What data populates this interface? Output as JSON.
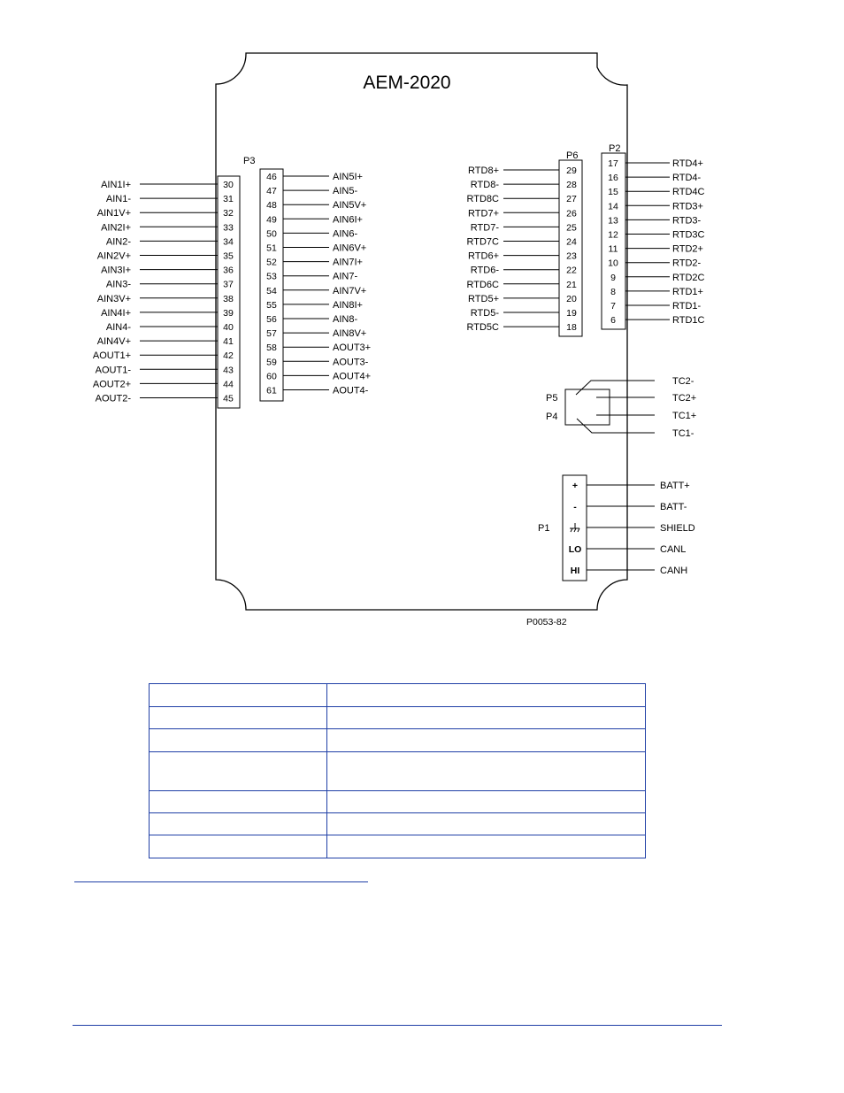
{
  "diagram": {
    "title": "AEM-2020",
    "figure_id": "P0053-82",
    "connectors": {
      "p3_label": "P3",
      "p6_label": "P6",
      "p2_label": "P2",
      "p5_label": "P5",
      "p4_label": "P4",
      "p1_label": "P1"
    },
    "p3_left": [
      {
        "pin": "30",
        "signal": "AIN1I+"
      },
      {
        "pin": "31",
        "signal": "AIN1-"
      },
      {
        "pin": "32",
        "signal": "AIN1V+"
      },
      {
        "pin": "33",
        "signal": "AIN2I+"
      },
      {
        "pin": "34",
        "signal": "AIN2-"
      },
      {
        "pin": "35",
        "signal": "AIN2V+"
      },
      {
        "pin": "36",
        "signal": "AIN3I+"
      },
      {
        "pin": "37",
        "signal": "AIN3-"
      },
      {
        "pin": "38",
        "signal": "AIN3V+"
      },
      {
        "pin": "39",
        "signal": "AIN4I+"
      },
      {
        "pin": "40",
        "signal": "AIN4-"
      },
      {
        "pin": "41",
        "signal": "AIN4V+"
      },
      {
        "pin": "42",
        "signal": "AOUT1+"
      },
      {
        "pin": "43",
        "signal": "AOUT1-"
      },
      {
        "pin": "44",
        "signal": "AOUT2+"
      },
      {
        "pin": "45",
        "signal": "AOUT2-"
      }
    ],
    "p3_right": [
      {
        "pin": "46",
        "signal": "AIN5I+"
      },
      {
        "pin": "47",
        "signal": "AIN5-"
      },
      {
        "pin": "48",
        "signal": "AIN5V+"
      },
      {
        "pin": "49",
        "signal": "AIN6I+"
      },
      {
        "pin": "50",
        "signal": "AIN6-"
      },
      {
        "pin": "51",
        "signal": "AIN6V+"
      },
      {
        "pin": "52",
        "signal": "AIN7I+"
      },
      {
        "pin": "53",
        "signal": "AIN7-"
      },
      {
        "pin": "54",
        "signal": "AIN7V+"
      },
      {
        "pin": "55",
        "signal": "AIN8I+"
      },
      {
        "pin": "56",
        "signal": "AIN8-"
      },
      {
        "pin": "57",
        "signal": "AIN8V+"
      },
      {
        "pin": "58",
        "signal": "AOUT3+"
      },
      {
        "pin": "59",
        "signal": "AOUT3-"
      },
      {
        "pin": "60",
        "signal": "AOUT4+"
      },
      {
        "pin": "61",
        "signal": "AOUT4-"
      }
    ],
    "p6": [
      {
        "pin": "29",
        "signal": "RTD8+"
      },
      {
        "pin": "28",
        "signal": "RTD8-"
      },
      {
        "pin": "27",
        "signal": "RTD8C"
      },
      {
        "pin": "26",
        "signal": "RTD7+"
      },
      {
        "pin": "25",
        "signal": "RTD7-"
      },
      {
        "pin": "24",
        "signal": "RTD7C"
      },
      {
        "pin": "23",
        "signal": "RTD6+"
      },
      {
        "pin": "22",
        "signal": "RTD6-"
      },
      {
        "pin": "21",
        "signal": "RTD6C"
      },
      {
        "pin": "20",
        "signal": "RTD5+"
      },
      {
        "pin": "19",
        "signal": "RTD5-"
      },
      {
        "pin": "18",
        "signal": "RTD5C"
      }
    ],
    "p2": [
      {
        "pin": "17",
        "signal": "RTD4+"
      },
      {
        "pin": "16",
        "signal": "RTD4-"
      },
      {
        "pin": "15",
        "signal": "RTD4C"
      },
      {
        "pin": "14",
        "signal": "RTD3+"
      },
      {
        "pin": "13",
        "signal": "RTD3-"
      },
      {
        "pin": "12",
        "signal": "RTD3C"
      },
      {
        "pin": "11",
        "signal": "RTD2+"
      },
      {
        "pin": "10",
        "signal": "RTD2-"
      },
      {
        "pin": "9",
        "signal": "RTD2C"
      },
      {
        "pin": "8",
        "signal": "RTD1+"
      },
      {
        "pin": "7",
        "signal": "RTD1-"
      },
      {
        "pin": "6",
        "signal": "RTD1C"
      }
    ],
    "thermocouple": [
      "TC2-",
      "TC2+",
      "TC1+",
      "TC1-"
    ],
    "p1": [
      {
        "pin": "+",
        "signal": "BATT+"
      },
      {
        "pin": "-",
        "signal": "BATT-"
      },
      {
        "pin": "",
        "signal": "SHIELD",
        "icon": "ground-icon"
      },
      {
        "pin": "LO",
        "signal": "CANL"
      },
      {
        "pin": "HI",
        "signal": "CANH"
      }
    ]
  },
  "table": {
    "rows": 7,
    "border_color": "#1f3fa6"
  },
  "colors": {
    "rule": "#1f3fa6",
    "line": "#000000"
  }
}
